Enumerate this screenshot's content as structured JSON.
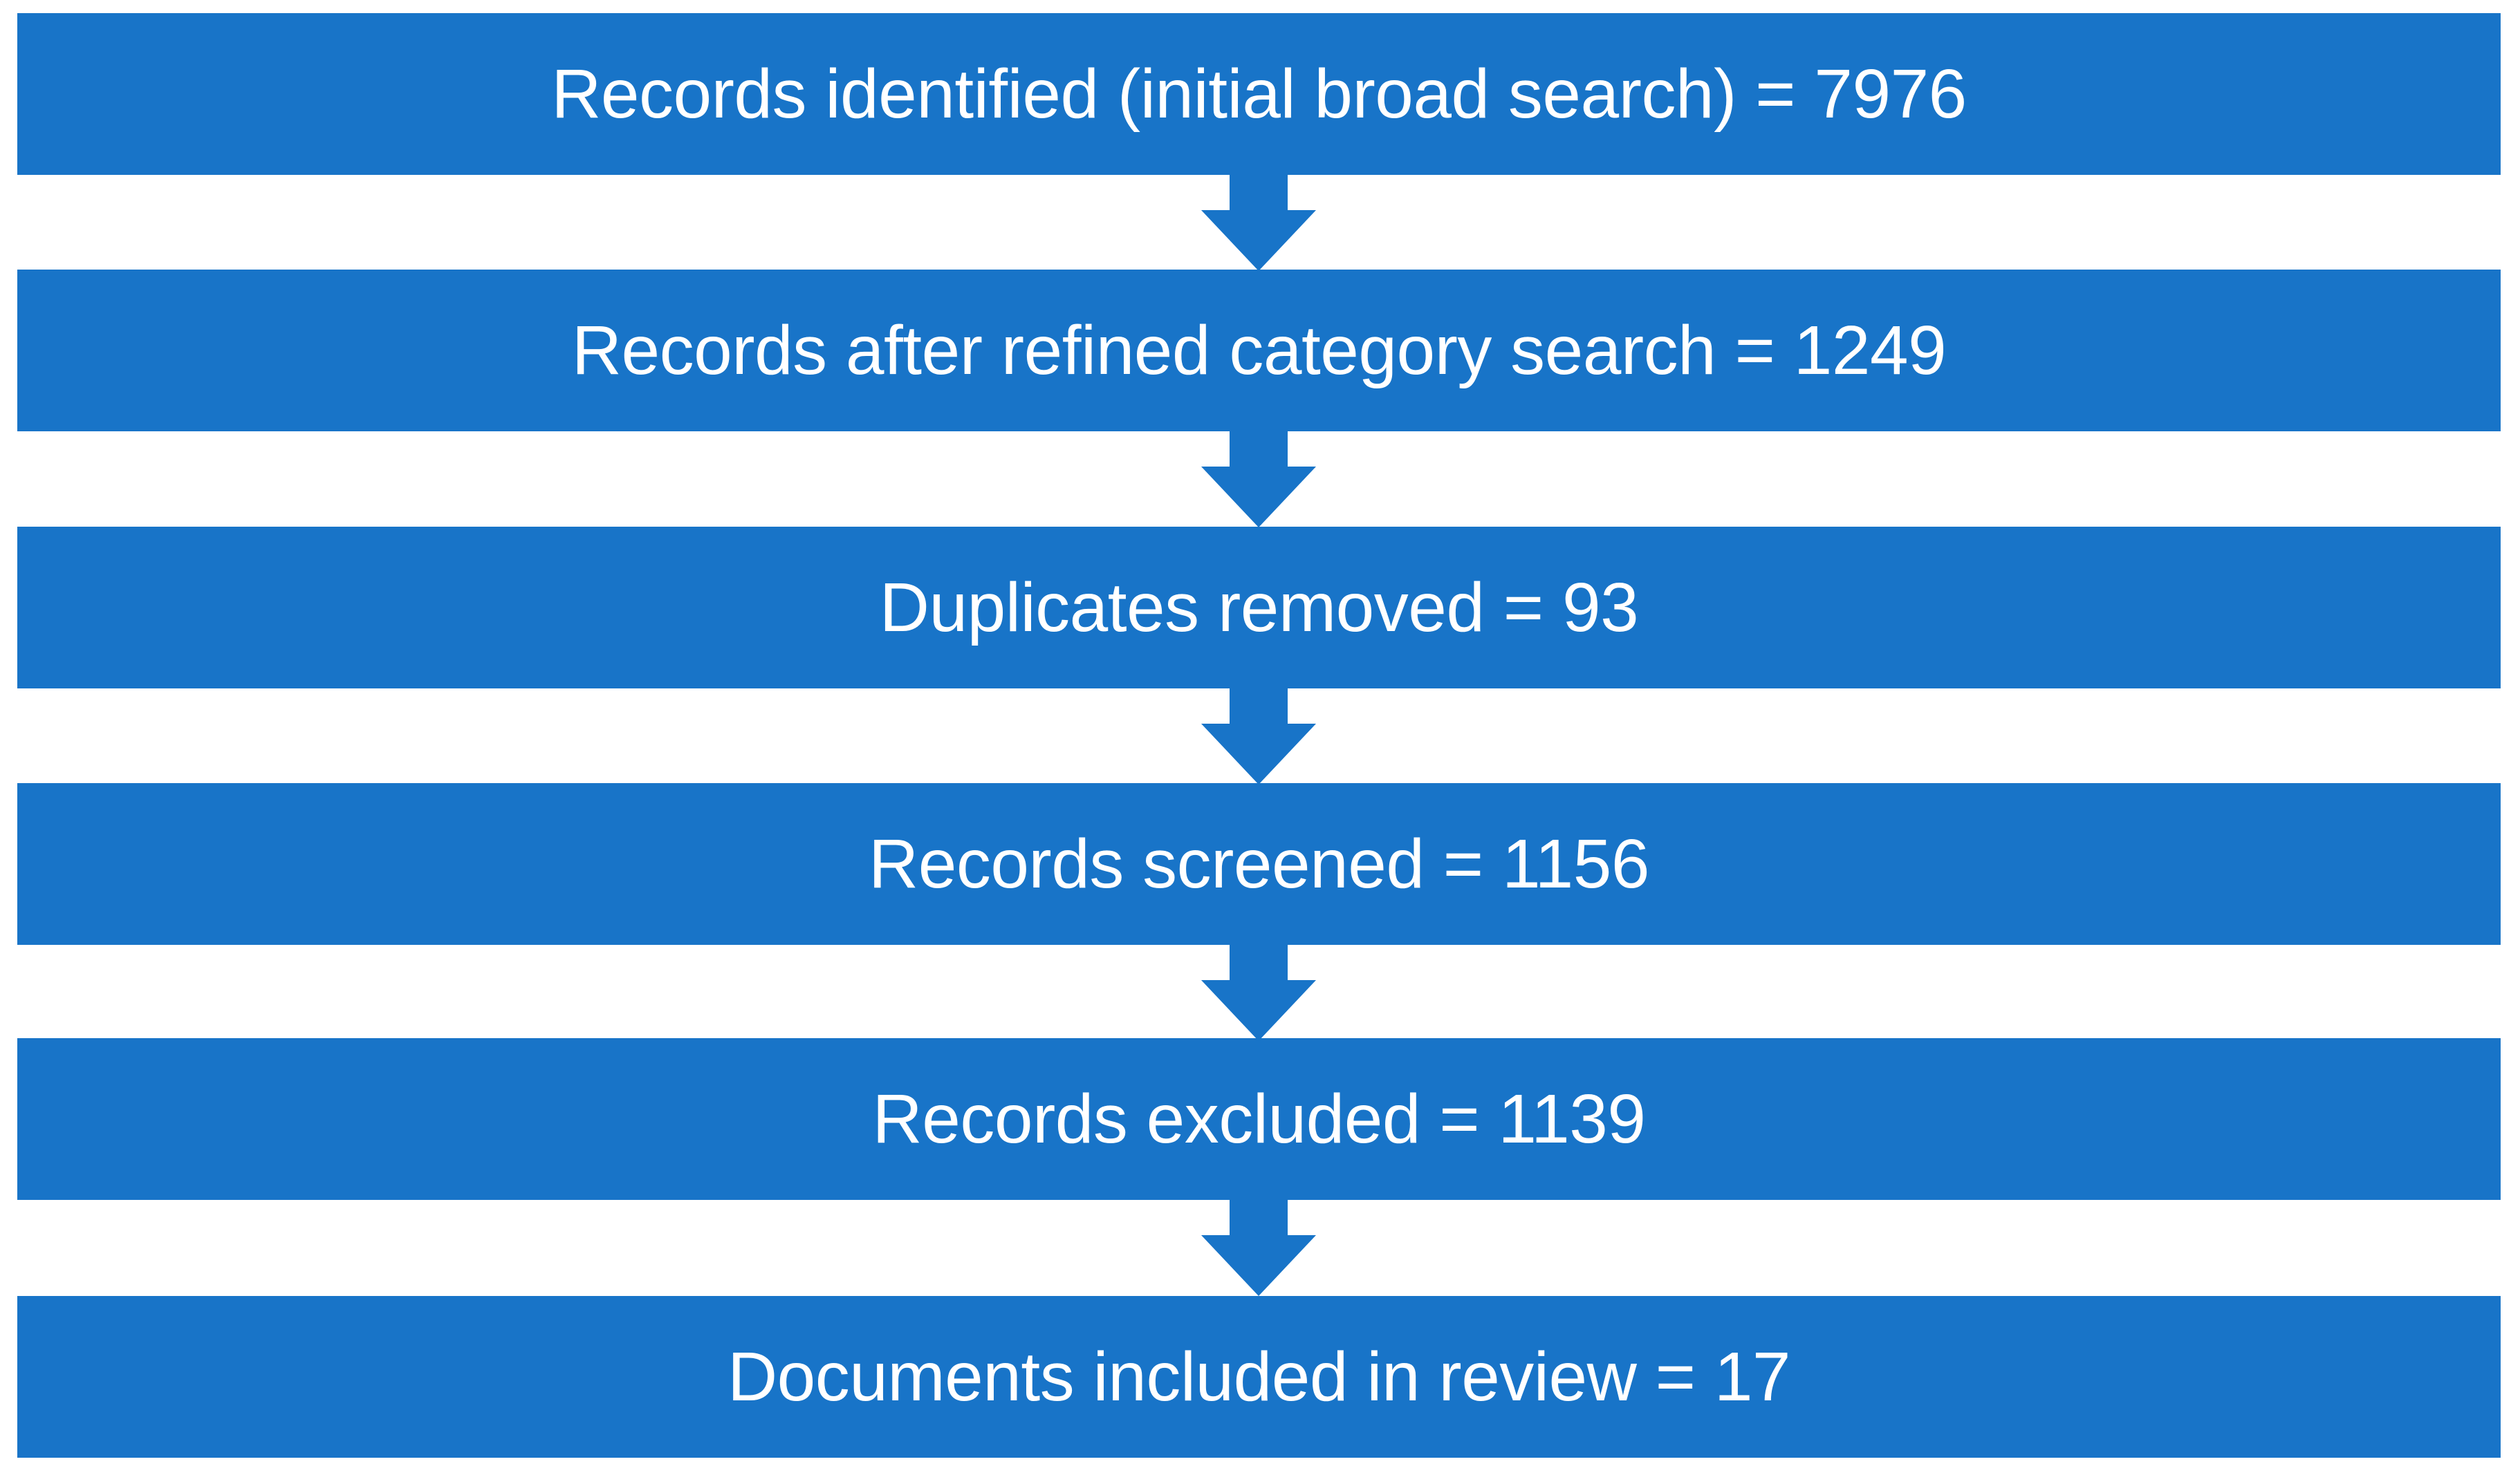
{
  "diagram": {
    "type": "flowchart",
    "orientation": "vertical-top-to-bottom",
    "title": "",
    "colors": {
      "box_fill": "#1874c8",
      "box_text": "#ffffff",
      "arrow_fill": "#1874c8",
      "background": "#ffffff"
    },
    "stages": [
      {
        "id": "records-identified",
        "label": "Records identified (initial broad search) = 7976",
        "metric_name": "Records identified (initial broad search)",
        "value": 7976
      },
      {
        "id": "records-after-refined-category-search",
        "label": "Records after refined category search = 1249",
        "metric_name": "Records after refined category search",
        "value": 1249
      },
      {
        "id": "duplicates-removed",
        "label": "Duplicates removed = 93",
        "metric_name": "Duplicates removed",
        "value": 93
      },
      {
        "id": "records-screened",
        "label": "Records screened = 1156",
        "metric_name": "Records screened",
        "value": 1156
      },
      {
        "id": "records-excluded",
        "label": "Records excluded = 1139",
        "metric_name": "Records excluded",
        "value": 1139
      },
      {
        "id": "documents-included-in-review",
        "label": "Documents included in review = 17",
        "metric_name": "Documents included in review",
        "value": 17
      }
    ],
    "connectors": [
      {
        "id": "arrow-1",
        "icon": "arrow-down-icon",
        "from": "records-identified",
        "to": "records-after-refined-category-search"
      },
      {
        "id": "arrow-2",
        "icon": "arrow-down-icon",
        "from": "records-after-refined-category-search",
        "to": "duplicates-removed"
      },
      {
        "id": "arrow-3",
        "icon": "arrow-down-icon",
        "from": "duplicates-removed",
        "to": "records-screened"
      },
      {
        "id": "arrow-4",
        "icon": "arrow-down-icon",
        "from": "records-screened",
        "to": "records-excluded"
      },
      {
        "id": "arrow-5",
        "icon": "arrow-down-icon",
        "from": "records-excluded",
        "to": "documents-included-in-review"
      }
    ]
  }
}
